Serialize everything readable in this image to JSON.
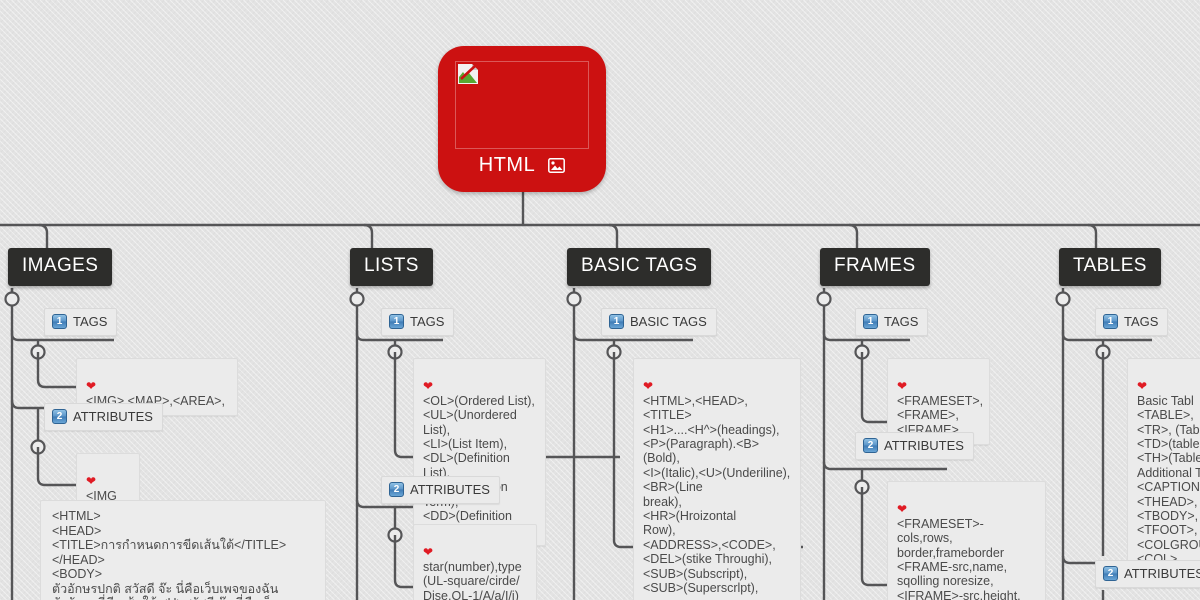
{
  "root": {
    "label": "HTML",
    "image_placeholder_icon": "broken-image-icon",
    "picture_icon": "picture-icon",
    "color": "#cc1111"
  },
  "theme": {
    "background": "#e3e3e3",
    "branch_header_bg": "#2d2d2b",
    "branch_header_text": "#ffffff",
    "leaf_bg": "#ebebeb",
    "connector": "#555557",
    "heart_color": "#e01b24",
    "badge_color": "#3f7bb5"
  },
  "branches": [
    {
      "id": "images",
      "title": "IMAGES",
      "subtopics": [
        {
          "badge": "1",
          "label": "TAGS",
          "leaves": [
            {
              "bullet": "heart-icon",
              "text": "<IMG>,<MAP>,<AREA>,"
            }
          ]
        },
        {
          "badge": "2",
          "label": "ATTRIBUTES",
          "leaves": [
            {
              "bullet": "heart-icon",
              "text": "<IMG"
            }
          ]
        }
      ],
      "note": "<HTML>\n<HEAD>\n<TITLE>การกำหนดการขีดเส้นใต้</TITLE>\n</HEAD>\n<BODY>\nตัวอักษรปกติ สวัสดี จ๊ะ นี่คือเว็บเพจของฉัน\nตัวอักษรที่ขีดเส้นใต้ <U>สวัสดี จ๊ะ นี่คือเว็บเพจของฉัน</U>"
    },
    {
      "id": "lists",
      "title": "LISTS",
      "subtopics": [
        {
          "badge": "1",
          "label": "TAGS",
          "leaves": [
            {
              "bullet": "heart-icon",
              "text": "<OL>(Ordered List),\n<UL>(Unordered List),\n<LI>(List Item),\n<DL>(Definition List),\n<DT>(Defintion Term),\n<DD>(Definition Data),"
            }
          ]
        },
        {
          "badge": "2",
          "label": "ATTRIBUTES",
          "leaves": [
            {
              "bullet": "heart-icon",
              "text": "star(number),type\n(UL-square/cirde/\nDise,OL-1/A/a/I/i)"
            }
          ]
        }
      ]
    },
    {
      "id": "basic-tags",
      "title": "BASIC TAGS",
      "subtopics": [
        {
          "badge": "1",
          "label": "BASIC TAGS",
          "leaves": [
            {
              "bullet": "heart-icon",
              "text": "<HTML>,<HEAD>,<TITLE>\n<H1>....<H^>(headings),\n<P>(Paragraph).<B>(Bold),\n<I>(Italic),<U>(Underiline),\n<BR>(Line\nbreak),\n<HR>(Hroizontal\nRow),\n<ADDRESS>,<CODE>,\n<DEL>(stike Throughi),\n<SUB>(Subscript),\n<SUB>(Superscrlpt),"
            }
          ]
        }
      ]
    },
    {
      "id": "frames",
      "title": "FRAMES",
      "subtopics": [
        {
          "badge": "1",
          "label": "TAGS",
          "leaves": [
            {
              "bullet": "heart-icon",
              "text": "<FRAMESET>,\n<FRAME>,\n<IFRAME>,"
            }
          ]
        },
        {
          "badge": "2",
          "label": "ATTRIBUTES",
          "leaves": [
            {
              "bullet": "heart-icon",
              "text": "<FRAMESET>-cols,rows,\nborder,frameborder\n<FRAME-src,name,\nsqolling noresize,\n<IFRAME>-src,height,\nwidth,scroiling,noresizo,"
            }
          ]
        }
      ]
    },
    {
      "id": "tables",
      "title": "TABLES",
      "subtopics": [
        {
          "badge": "1",
          "label": "TAGS",
          "leaves": [
            {
              "bullet": "heart-icon",
              "text": "Basic Tabl\n<TABLE>,\n<TR>, (Table\n<TD>(table\n<TH>(Table\n Additional T\n<CAPTION>\n<THEAD>,\n<TBODY>,\n<TFOOT>,\n<COLGROU\n<COL>,"
            }
          ]
        },
        {
          "badge": "2",
          "label": "ATTRIBUTES",
          "leaves": []
        }
      ]
    }
  ]
}
